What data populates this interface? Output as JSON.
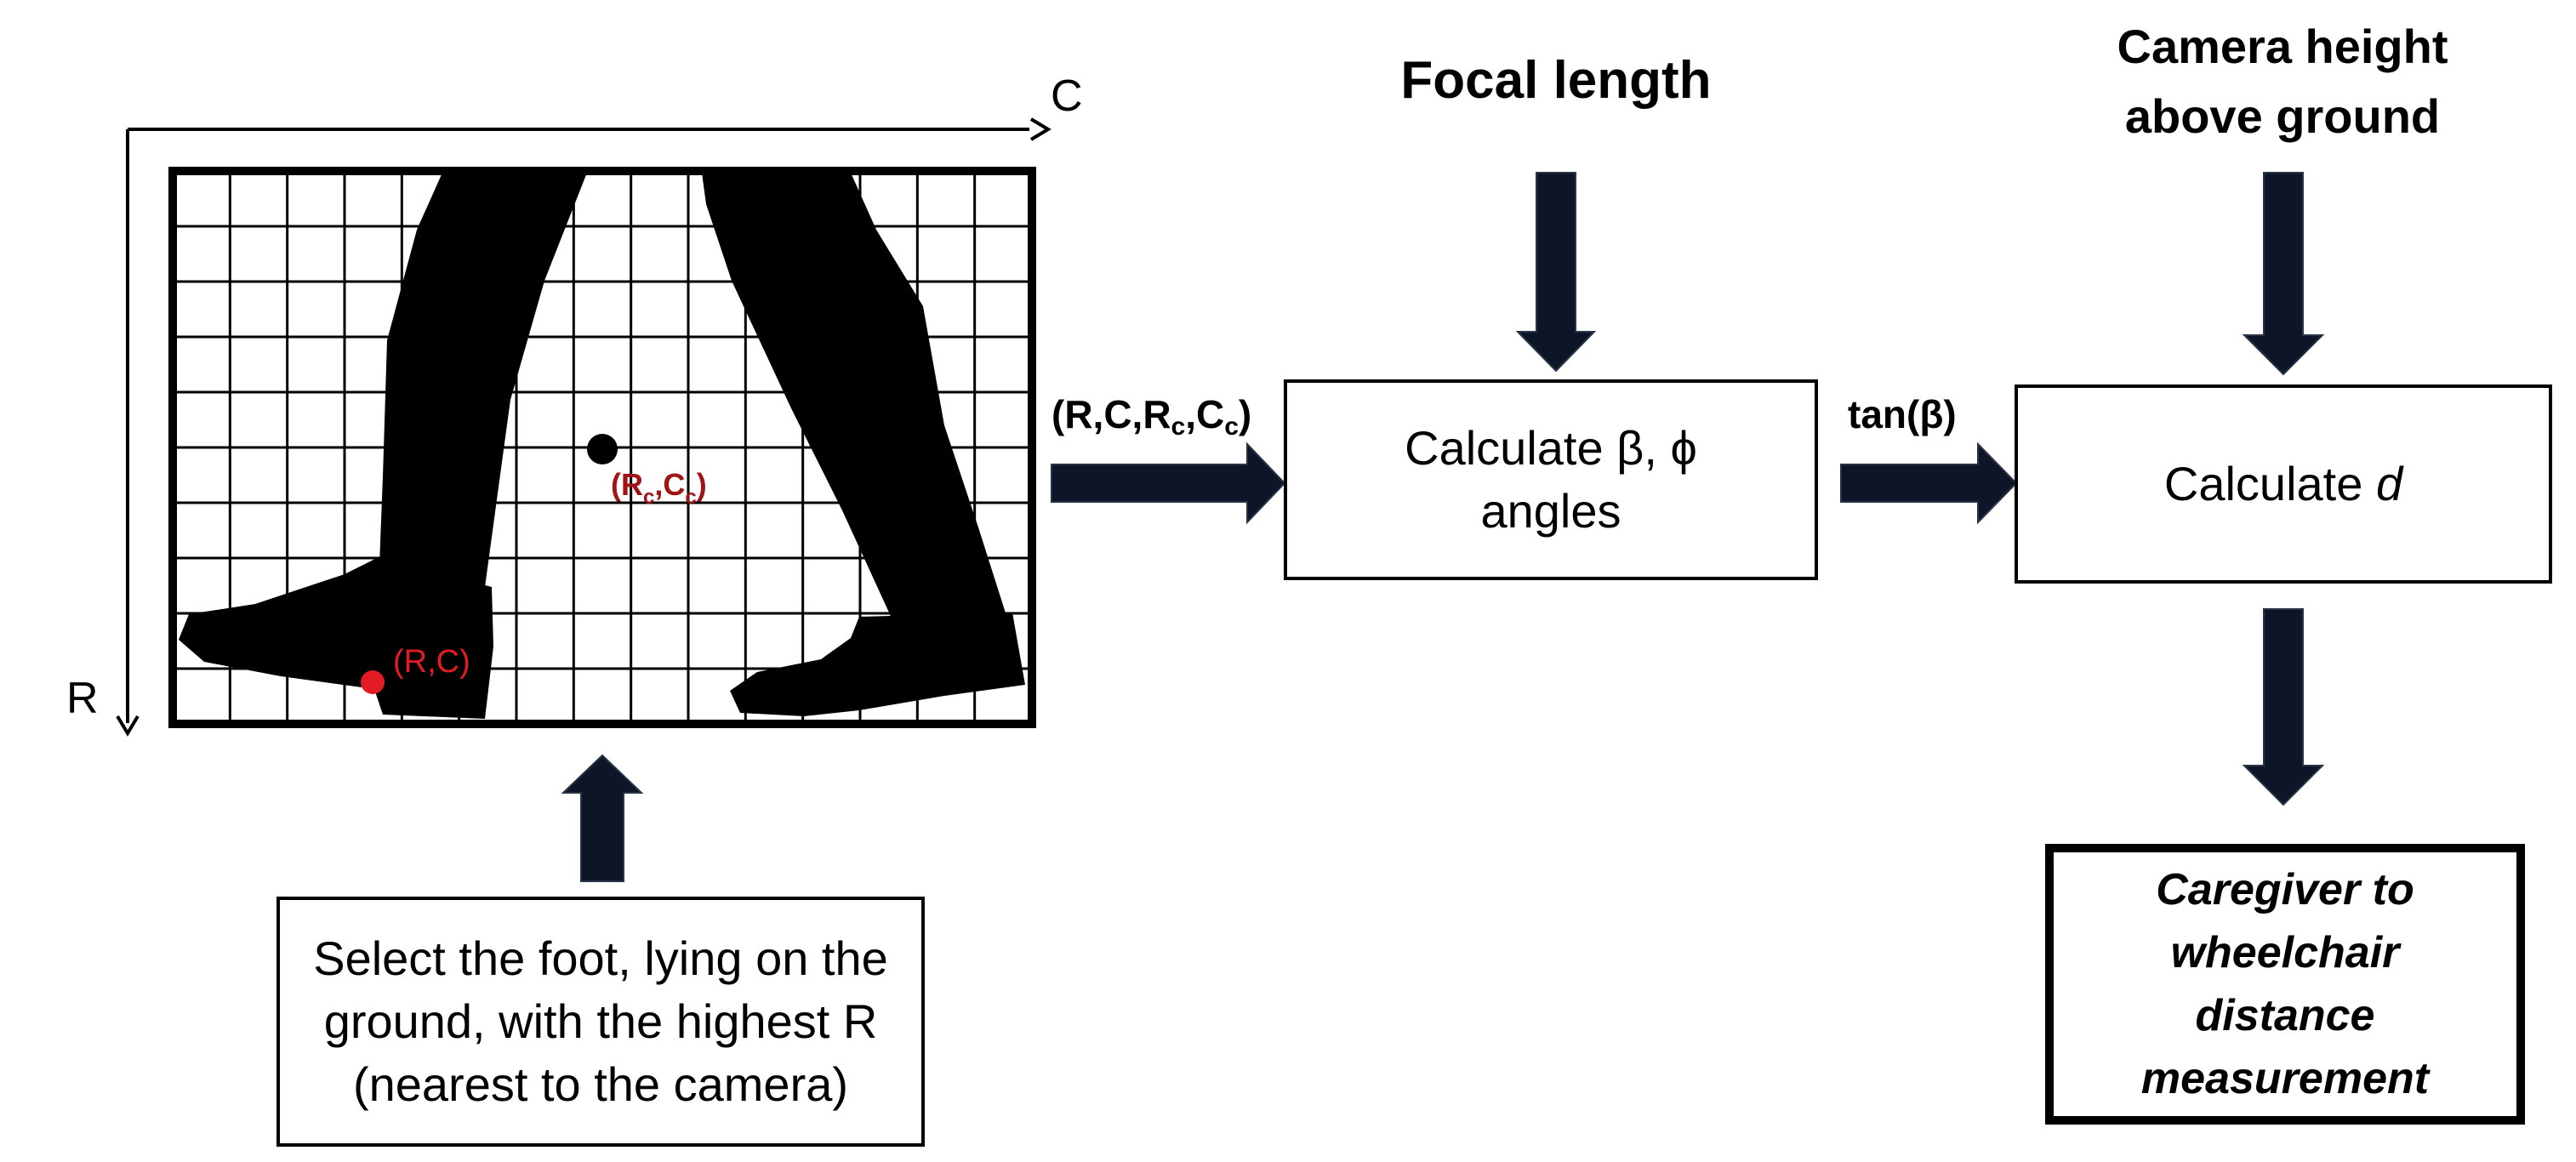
{
  "image_panel": {
    "axis_col_label": "C",
    "axis_row_label": "R",
    "foot_point_label": "(R,C)",
    "center_point_label": {
      "main_1": "(R",
      "sub_1": "c",
      "main_2": ",C",
      "sub_2": "c",
      "main_3": ")"
    }
  },
  "inputs": {
    "focal_length": "Focal length",
    "camera_height_line1": "Camera height",
    "camera_height_line2": "above ground"
  },
  "edge_labels": {
    "coords": {
      "p1": "(R,C,R",
      "s1": "c",
      "p2": ",C",
      "s2": "c",
      "p3": ")"
    },
    "tan_beta": "tan(β)"
  },
  "boxes": {
    "angles": {
      "line1": "Calculate β, ϕ",
      "line2": "angles"
    },
    "distance": {
      "prefix": "Calculate ",
      "variable": "d"
    },
    "select_foot": {
      "line1": "Select the foot, lying on the",
      "line2": "ground, with the highest R",
      "line3": "(nearest to the camera)"
    },
    "output": {
      "line1": "Caregiver to",
      "line2": "wheelchair",
      "line3": "distance",
      "line4": "measurement"
    }
  },
  "colors": {
    "arrow_fill": "#0d1526",
    "foot_point": "#e31b23",
    "center_label": "#a01414",
    "silhouette": "#000000"
  }
}
